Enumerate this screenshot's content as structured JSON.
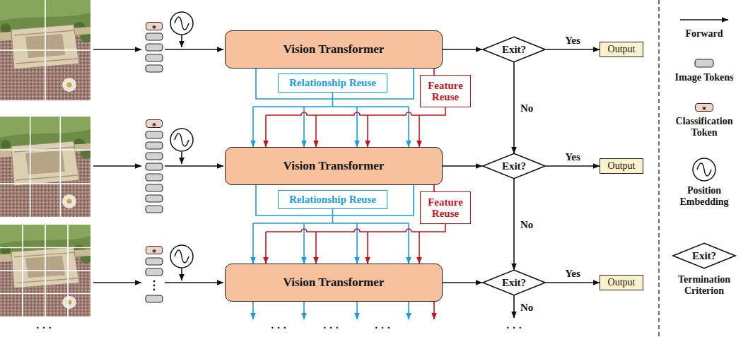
{
  "diagram": {
    "nodes": [
      {
        "text": [
          "*"
        ]
      },
      {
        "text": [
          "Vision Transformer"
        ]
      },
      {
        "text": [
          "Exit?"
        ]
      },
      {
        "text": [
          "Output"
        ]
      },
      {
        "text": [
          "Relationship Reuse"
        ]
      },
      {
        "text": [
          "Feature Reuse"
        ]
      },
      {
        "text": [
          "*"
        ]
      },
      {
        "text": [
          "Vision Transformer"
        ]
      },
      {
        "text": [
          "Exit?"
        ]
      },
      {
        "text": [
          "Output"
        ]
      },
      {
        "text": [
          "Relationship Reuse"
        ]
      },
      {
        "text": [
          "Feature Reuse"
        ]
      },
      {
        "text": [
          "*"
        ]
      },
      {
        "text": [
          "Vision Transformer"
        ]
      },
      {
        "text": [
          "Exit?"
        ]
      },
      {
        "text": [
          "Output"
        ]
      },
      {
        "text": [
          "*"
        ]
      },
      {
        "text": [
          "Exit?"
        ]
      }
    ],
    "edges": [
      {
        "from": 1,
        "to": 2,
        "arrow": "to"
      },
      {
        "from": 2,
        "to": 3,
        "arrow": "to",
        "label": "Yes"
      },
      {
        "from": 2,
        "to": 8,
        "arrow": "to",
        "label": "No"
      },
      {
        "from": 1,
        "to": 4,
        "arrow": "none"
      },
      {
        "from": 4,
        "to": 7,
        "arrow": "to"
      },
      {
        "from": 1,
        "to": 5,
        "arrow": "none"
      },
      {
        "from": 5,
        "to": 7,
        "arrow": "to"
      },
      {
        "from": 7,
        "to": 8,
        "arrow": "to"
      },
      {
        "from": 8,
        "to": 9,
        "arrow": "to",
        "label": "Yes"
      },
      {
        "from": 8,
        "to": 14,
        "arrow": "to",
        "label": "No"
      },
      {
        "from": 7,
        "to": 10,
        "arrow": "none"
      },
      {
        "from": 10,
        "to": 13,
        "arrow": "to"
      },
      {
        "from": 7,
        "to": 11,
        "arrow": "none"
      },
      {
        "from": 11,
        "to": 13,
        "arrow": "to"
      },
      {
        "from": 13,
        "to": 14,
        "arrow": "to"
      },
      {
        "from": 14,
        "to": 15,
        "arrow": "to",
        "label": "Yes"
      }
    ],
    "labels": [
      "No",
      "· · ·",
      "· · ·",
      "· · ·",
      "· · ·",
      "· · ·"
    ],
    "legend": [
      {
        "text": "Forward"
      },
      {
        "text": "Image Tokens"
      },
      {
        "text": "Classification Token"
      },
      {
        "text": "Position Embedding"
      },
      {
        "text": "Termination Criterion"
      }
    ]
  }
}
